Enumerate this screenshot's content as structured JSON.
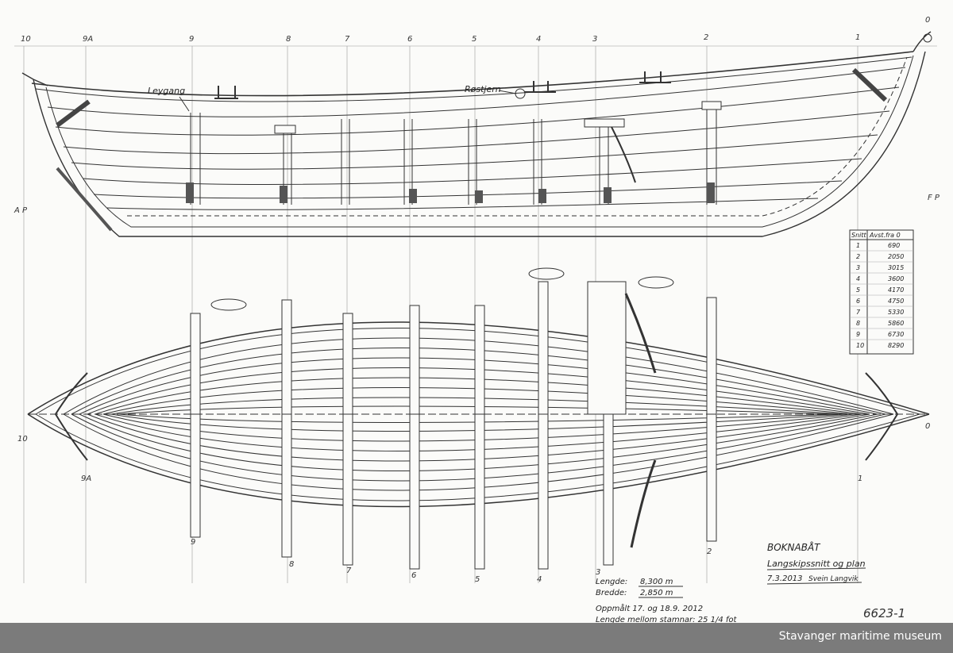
{
  "stations_top": [
    "10",
    "9A",
    "9",
    "8",
    "7",
    "6",
    "5",
    "4",
    "3",
    "2",
    "1",
    "0"
  ],
  "stations_plan_bottom": [
    "9",
    "8",
    "7",
    "6",
    "5",
    "4",
    "3",
    "2"
  ],
  "plan_side_labels": {
    "left_10": "10",
    "left_9a": "9A",
    "right_1": "1",
    "right_0": "0"
  },
  "end_labels": {
    "aft": "A P",
    "fore": "F P"
  },
  "callouts": {
    "leygang": "Leygang",
    "rostjern": "Røstjern"
  },
  "offset_table": {
    "headers": [
      "Snitt",
      "Avst.fra 0"
    ],
    "rows": [
      [
        "1",
        "690"
      ],
      [
        "2",
        "2050"
      ],
      [
        "3",
        "3015"
      ],
      [
        "4",
        "3600"
      ],
      [
        "5",
        "4170"
      ],
      [
        "6",
        "4750"
      ],
      [
        "7",
        "5330"
      ],
      [
        "8",
        "5860"
      ],
      [
        "9",
        "6730"
      ],
      [
        "10",
        "8290"
      ]
    ]
  },
  "title_block": {
    "name": "BOKNABÅT",
    "subtitle": "Langskipssnitt og plan",
    "date": "7.3.2013",
    "author": "Svein Langvik"
  },
  "dimensions": {
    "length_label": "Lengde:",
    "length_value": "8,300 m",
    "width_label": "Bredde:",
    "width_value": "2,850 m",
    "measured": "Oppmålt 17. og 18.9. 2012",
    "between_stems": "Lengde mellom stamnar: 25 1/4 fot"
  },
  "drawing_number": "6623-1",
  "footer": {
    "museum": "Stavanger maritime museum"
  }
}
